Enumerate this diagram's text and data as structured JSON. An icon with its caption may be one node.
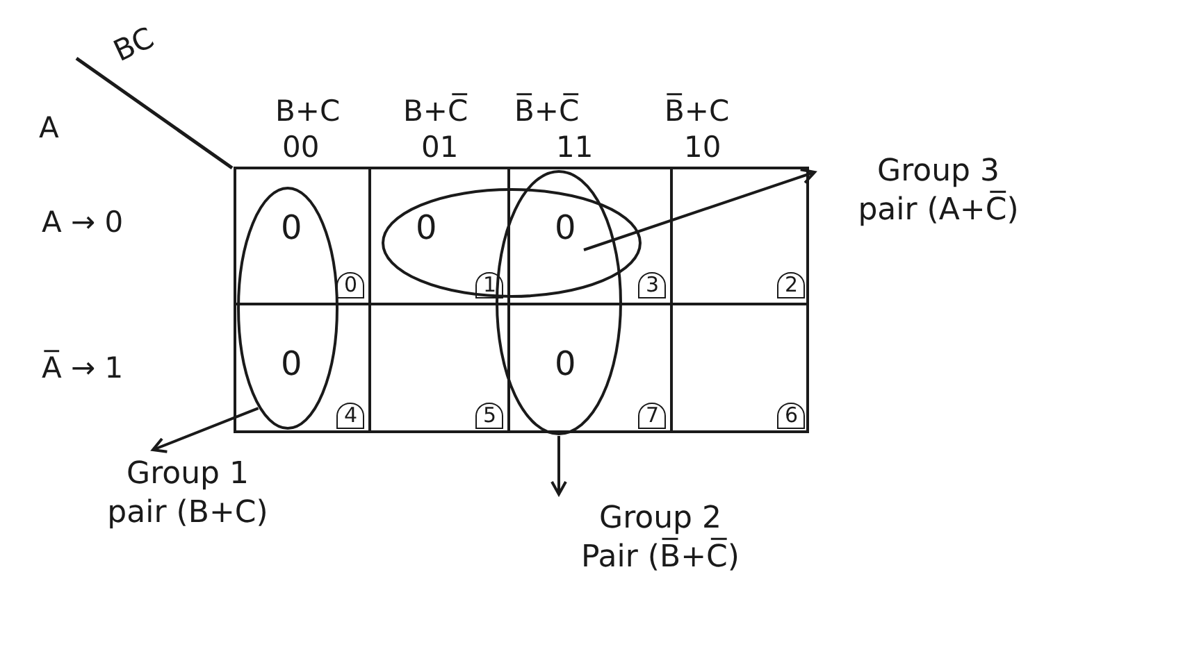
{
  "diagram": {
    "nodes": [
      {
        "text": [],
        "shape": "box"
      },
      {
        "text": [
          "0",
          "0"
        ],
        "in": 0
      },
      {
        "text": [
          "0",
          "1"
        ],
        "in": 0
      },
      {
        "text": [
          "0",
          "3"
        ],
        "in": 0
      },
      {
        "text": [
          "2"
        ],
        "in": 0
      },
      {
        "text": [
          "0",
          "4"
        ],
        "in": 0
      },
      {
        "text": [
          "5"
        ],
        "in": 0
      },
      {
        "text": [
          "0",
          "7"
        ],
        "in": 0
      },
      {
        "text": [
          "6"
        ],
        "in": 0
      },
      {
        "text": [],
        "shape": "ellipse",
        "in": 0
      },
      {
        "text": [],
        "shape": "ellipse",
        "in": 0
      },
      {
        "text": [],
        "shape": "ellipse",
        "in": 0
      },
      {
        "text": [
          "Group 3",
          "pair (A+C̅)"
        ]
      },
      {
        "text": [
          "Group 1",
          "pair (B+C)"
        ]
      },
      {
        "text": [
          "Group 2",
          "Pair (B̅+C̅)"
        ]
      }
    ],
    "edges": [
      {
        "from": 10,
        "to": 12,
        "arrow": "to"
      },
      {
        "from": 9,
        "to": 13,
        "arrow": "to"
      },
      {
        "from": 11,
        "to": 14,
        "arrow": "to"
      }
    ],
    "labels": [
      "BC",
      "A",
      "B+C",
      "B+C̅",
      "B̅+C̅",
      "B̅+C",
      "00",
      "01",
      "11",
      "10",
      "A → 0",
      "A̅ → 1"
    ]
  }
}
